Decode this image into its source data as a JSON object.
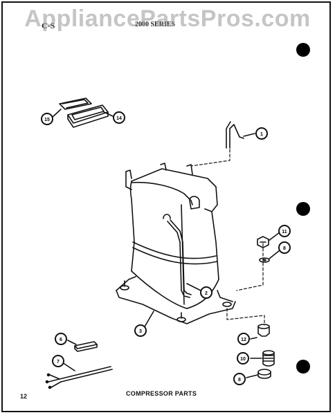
{
  "watermark": "AppliancePartsPros.com",
  "header": {
    "model": "C-S",
    "series": "2000 SERIES"
  },
  "caption": "COMPRESSOR PARTS",
  "page_number": "12",
  "callouts": {
    "c1": "1",
    "c2": "2",
    "c3": "3",
    "c6": "6",
    "c7": "7",
    "c8a": "8",
    "c8b": "8",
    "c10": "10",
    "c11": "11",
    "c12": "12",
    "c14": "14",
    "c15": "15"
  }
}
